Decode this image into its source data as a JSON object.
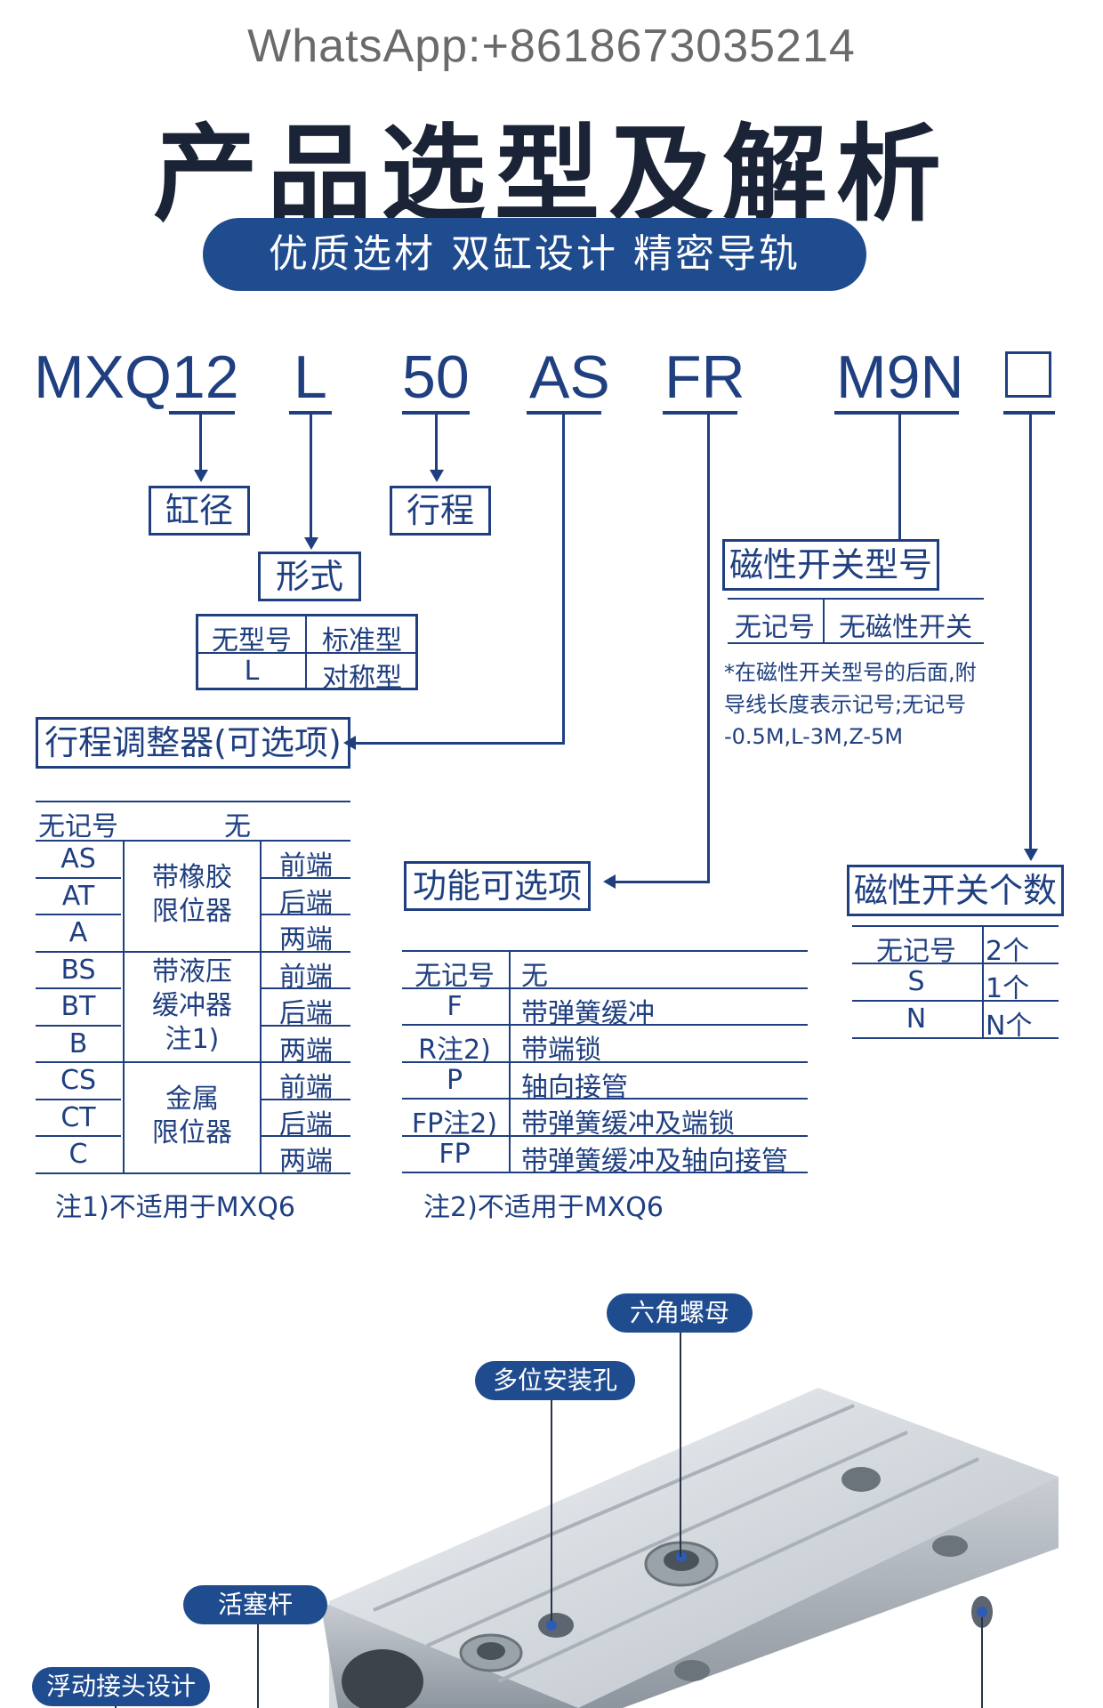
{
  "header": {
    "whatsapp": "WhatsApp:+8618673035214",
    "title": "产品选型及解析",
    "banner": "优质选材 双缸设计 精密导轨"
  },
  "model_code": {
    "parts": [
      "MXQ12",
      "L",
      "50",
      "AS",
      "FR",
      "M9N"
    ],
    "labels": {
      "bore": "缸径",
      "stroke": "行程",
      "form": "形式",
      "switch_model": "磁性开关型号",
      "adjuster": "行程调整器(可选项)",
      "function": "功能可选项",
      "switch_count": "磁性开关个数"
    }
  },
  "form_table": [
    [
      "无型号",
      "标准型"
    ],
    [
      "L",
      "对称型"
    ]
  ],
  "switch_table": [
    "无记号",
    "无磁性开关"
  ],
  "switch_note": [
    "*在磁性开关型号的后面,附",
    "导线长度表示记号;无记号",
    "-0.5M,L-3M,Z-5M"
  ],
  "adjuster_table": {
    "header": [
      "无记号",
      "无"
    ],
    "codes": [
      "AS",
      "AT",
      "A",
      "BS",
      "BT",
      "B",
      "CS",
      "CT",
      "C"
    ],
    "groups": [
      "带橡胶\n限位器",
      "带液压\n缓冲器\n注1)",
      "金属\n限位器"
    ],
    "positions": [
      "前端",
      "后端",
      "两端",
      "前端",
      "后端",
      "两端",
      "前端",
      "后端",
      "两端"
    ],
    "note": "注1)不适用于MXQ6"
  },
  "function_table": {
    "rows": [
      [
        "无记号",
        "无"
      ],
      [
        "F",
        "带弹簧缓冲"
      ],
      [
        "R注2)",
        "带端锁"
      ],
      [
        "P",
        "轴向接管"
      ],
      [
        "FP注2)",
        "带弹簧缓冲及端锁"
      ],
      [
        "FP",
        "带弹簧缓冲及轴向接管"
      ]
    ],
    "note": "注2)不适用于MXQ6"
  },
  "count_table": [
    [
      "无记号",
      "2个"
    ],
    [
      "S",
      "1个"
    ],
    [
      "N",
      "N个"
    ]
  ],
  "callouts": {
    "hex_nut": "六角螺母",
    "mount_holes": "多位安装孔",
    "piston_rod": "活塞杆",
    "float_joint": "浮动接头设计"
  }
}
